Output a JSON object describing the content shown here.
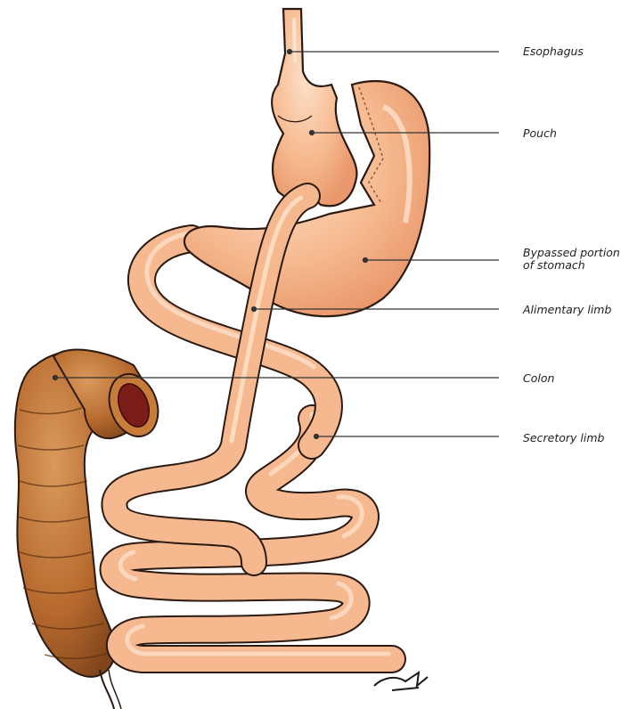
{
  "labels": {
    "esophagus": "Esophagus",
    "pouch": "Pouch",
    "bypassed_line1": "Bypassed portion",
    "bypassed_line2": "of stomach",
    "alimentary": "Alimentary limb",
    "colon": "Colon",
    "secretory": "Secretory limb"
  },
  "colors": {
    "tissue": "#f6b98f",
    "tissue_outline": "#2b1a12",
    "colon": "#b86a2e",
    "colon_lumen": "#7a1c18",
    "leader_line": "#333333"
  }
}
